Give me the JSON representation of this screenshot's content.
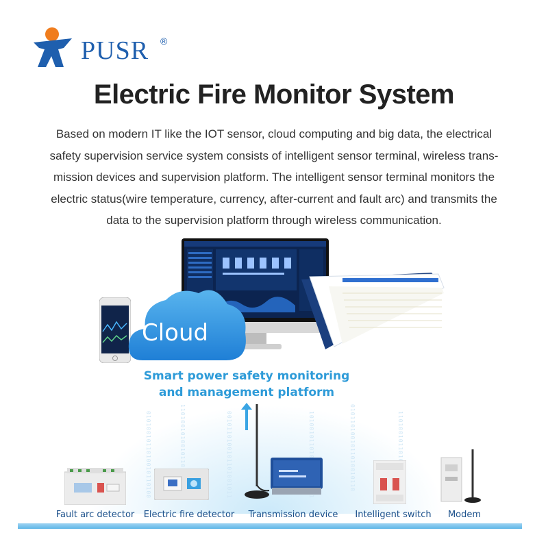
{
  "brand": {
    "name": "PUSR",
    "reg_mark": "®"
  },
  "title": "Electric Fire Monitor System",
  "description": "Based on modern IT like the IOT sensor, cloud computing and big data, the electrical safety supervision service system consists of intelligent sensor terminal, wireless transmission devices and supervision platform. The intelligent sensor terminal monitors the electric status(wire temperature, currency, after-current and fault arc) and transmits the data to the supervision platform through wireless communication.",
  "description_lines": [
    "Based on modern IT like the IOT sensor, cloud computing and big data, the electrical",
    "safety supervision service system consists of intelligent sensor terminal, wireless trans-",
    "mission devices and supervision platform. The intelligent sensor terminal monitors the",
    "electric status(wire temperature, currency, after-current and fault arc) and transmits the",
    "data to the supervision platform through wireless communication."
  ],
  "cloud_label": "Cloud",
  "platform": {
    "line1": "Smart power safety monitoring",
    "line2": "and management platform"
  },
  "devices": [
    {
      "label": "Fault arc detector"
    },
    {
      "label": "Electric fire detector"
    },
    {
      "label": "Transmission device"
    },
    {
      "label": "Intelligent switch"
    },
    {
      "label": "Modem"
    }
  ],
  "colors": {
    "brand_blue": "#1f5fae",
    "brand_orange": "#f07d1e",
    "accent_blue": "#2e9bd8",
    "cloud_blue": "#2a8fdb"
  },
  "icons": [
    "pusr-logo-icon",
    "cloud-icon",
    "up-arrow-icon"
  ]
}
